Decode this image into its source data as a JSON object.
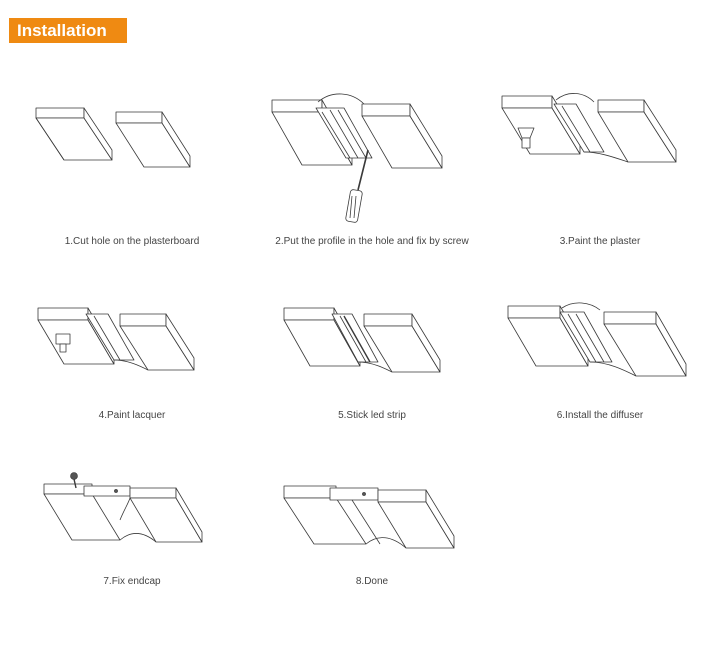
{
  "header": {
    "title": "Installation"
  },
  "steps": [
    {
      "label": "1.Cut hole on the plasterboard"
    },
    {
      "label": "2.Put the profile in the hole and fix by screw"
    },
    {
      "label": "3.Paint the plaster"
    },
    {
      "label": "4.Paint lacquer"
    },
    {
      "label": "5.Stick led strip"
    },
    {
      "label": "6.Install the diffuser"
    },
    {
      "label": "7.Fix endcap"
    },
    {
      "label": "8.Done"
    }
  ]
}
